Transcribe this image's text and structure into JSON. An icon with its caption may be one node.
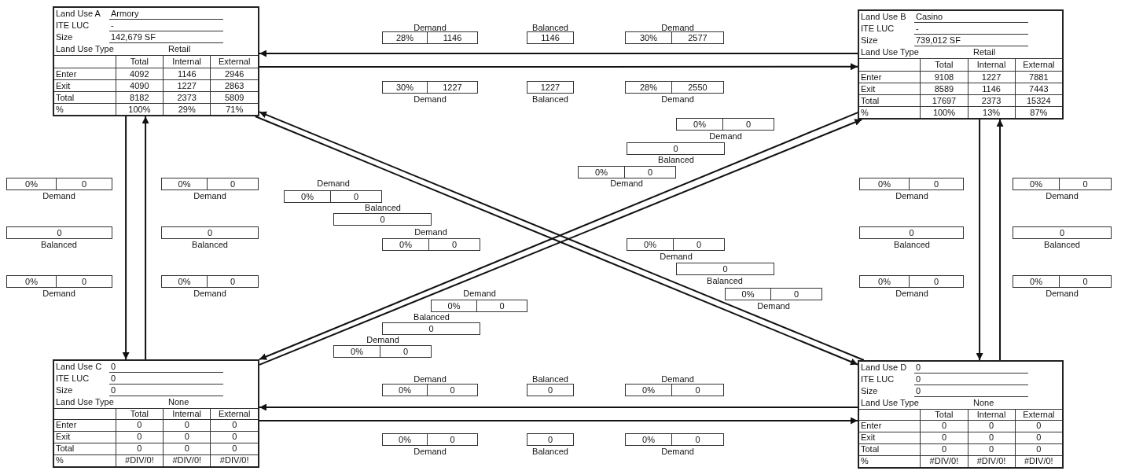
{
  "diagram": {
    "nodes": [
      {
        "text": [
          "Land Use A",
          "Armory",
          "ITE LUC",
          "-",
          "Size",
          "142,679 SF",
          "Land Use Type",
          "Retail",
          "Total",
          "Internal",
          "External",
          "Enter",
          "4092",
          "1146",
          "2946",
          "Exit",
          "4090",
          "1227",
          "2863",
          "Total",
          "8182",
          "2373",
          "5809",
          "%",
          "100%",
          "29%",
          "71%"
        ]
      },
      {
        "text": [
          "Land Use B",
          "Casino",
          "ITE LUC",
          "-",
          "Size",
          "739,012 SF",
          "Land Use Type",
          "Retail",
          "Total",
          "Internal",
          "External",
          "Enter",
          "9108",
          "1227",
          "7881",
          "Exit",
          "8589",
          "1146",
          "7443",
          "Total",
          "17697",
          "2373",
          "15324",
          "%",
          "100%",
          "13%",
          "87%"
        ]
      },
      {
        "text": [
          "Land Use C",
          "0",
          "ITE LUC",
          "0",
          "Size",
          "0",
          "Land Use Type",
          "None",
          "Total",
          "Internal",
          "External",
          "Enter",
          "0",
          "0",
          "0",
          "Exit",
          "0",
          "0",
          "0",
          "Total",
          "0",
          "0",
          "0",
          "%",
          "#DIV/0!",
          "#DIV/0!",
          "#DIV/0!"
        ]
      },
      {
        "text": [
          "Land Use D",
          "0",
          "ITE LUC",
          "0",
          "Size",
          "0",
          "Land Use Type",
          "None",
          "Total",
          "Internal",
          "External",
          "Enter",
          "0",
          "0",
          "0",
          "Exit",
          "0",
          "0",
          "0",
          "Total",
          "0",
          "0",
          "0",
          "%",
          "#DIV/0!",
          "#DIV/0!",
          "#DIV/0!"
        ]
      }
    ],
    "edges": [
      {
        "from": 1,
        "to": 0,
        "arrow": "to"
      },
      {
        "from": 0,
        "to": 1,
        "arrow": "to"
      },
      {
        "from": 1,
        "to": 2,
        "arrow": "to"
      },
      {
        "from": 2,
        "to": 1,
        "arrow": "to"
      },
      {
        "from": 3,
        "to": 0,
        "arrow": "to"
      },
      {
        "from": 0,
        "to": 3,
        "arrow": "to"
      },
      {
        "from": 0,
        "to": 2,
        "arrow": "to"
      },
      {
        "from": 2,
        "to": 0,
        "arrow": "to"
      },
      {
        "from": 1,
        "to": 3,
        "arrow": "to"
      },
      {
        "from": 3,
        "to": 1,
        "arrow": "to"
      },
      {
        "from": 3,
        "to": 2,
        "arrow": "to"
      },
      {
        "from": 2,
        "to": 3,
        "arrow": "to"
      }
    ],
    "labels": [
      "Demand",
      "Balanced",
      "Demand",
      "28%",
      "1146",
      "1146",
      "30%",
      "2577",
      "30%",
      "1227",
      "1227",
      "28%",
      "2550",
      "Demand",
      "Balanced",
      "Demand",
      "0%",
      "0",
      "Demand",
      "0",
      "Balanced",
      "0%",
      "0",
      "0%",
      "0",
      "0%",
      "0",
      "Demand",
      "Demand",
      "0%",
      "0",
      "0%",
      "0",
      "Demand",
      "Demand",
      "0%",
      "0",
      "Demand",
      "Demand",
      "Balanced",
      "0",
      "0",
      "0",
      "Demand",
      "0",
      "0",
      "Balanced",
      "Balanced",
      "0%",
      "0",
      "0%",
      "0",
      "Balanced",
      "Balanced",
      "Demand",
      "0",
      "0%",
      "0",
      "0%",
      "0",
      "Balanced",
      "0%",
      "0",
      "0%",
      "0",
      "Demand",
      "Demand",
      "Demand",
      "0%",
      "0",
      "Demand",
      "Demand",
      "0%",
      "0",
      "Demand",
      "Balanced",
      "0",
      "Demand",
      "0%",
      "0",
      "Demand",
      "Balanced",
      "Demand",
      "0%",
      "0",
      "0",
      "0%",
      "0",
      "0%",
      "0",
      "0",
      "0%",
      "0",
      "Demand",
      "Balanced",
      "Demand"
    ]
  }
}
